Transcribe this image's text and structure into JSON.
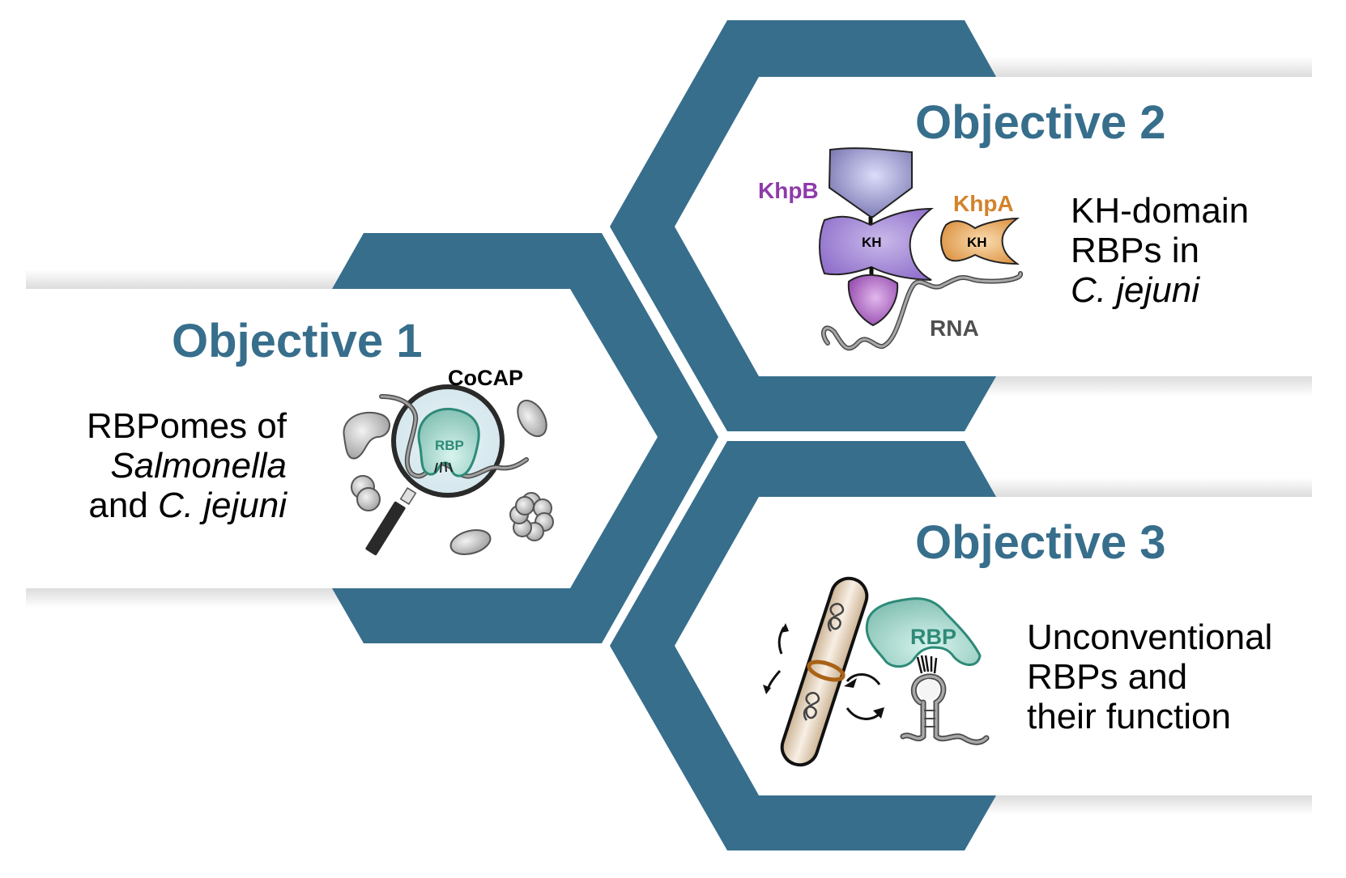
{
  "colors": {
    "hex_frame": "#376e8c",
    "title": "#376e8c",
    "khpb": "#8e3aa9",
    "khpa": "#d4822a",
    "rna_label": "#505050",
    "rbp_fill": "#9fd3c7",
    "rbp_stroke": "#2e8a78",
    "rbp_text": "#2e8a78"
  },
  "objectives": [
    {
      "title": "Objective 1",
      "description_lines": [
        {
          "text": "RBPomes of",
          "italic": false
        },
        {
          "text": "Salmonella",
          "italic": true
        },
        {
          "prefix": "and ",
          "text": "C. jejuni",
          "italic": true
        }
      ],
      "illustration": {
        "method_label": "CoCAP",
        "protein_label": "RBP",
        "icons": [
          "magnifying-glass",
          "rbp-protein",
          "rna-strand",
          "gray-proteins"
        ]
      }
    },
    {
      "title": "Objective 2",
      "description_lines": [
        {
          "text": "KH-domain",
          "italic": false
        },
        {
          "text": "RBPs in",
          "italic": false
        },
        {
          "text": "C. jejuni",
          "italic": true
        }
      ],
      "illustration": {
        "khpb_label": "KhpB",
        "khpa_label": "KhpA",
        "kh_domain_label": "KH",
        "rna_label": "RNA"
      }
    },
    {
      "title": "Objective 3",
      "description_lines": [
        {
          "text": "Unconventional",
          "italic": false
        },
        {
          "text": "RBPs and",
          "italic": false
        },
        {
          "text": "their function",
          "italic": false
        }
      ],
      "illustration": {
        "protein_label": "RBP",
        "icons": [
          "dividing-bacterium",
          "exchange-arrows",
          "rbp-protein",
          "rna-hairpin"
        ]
      }
    }
  ]
}
